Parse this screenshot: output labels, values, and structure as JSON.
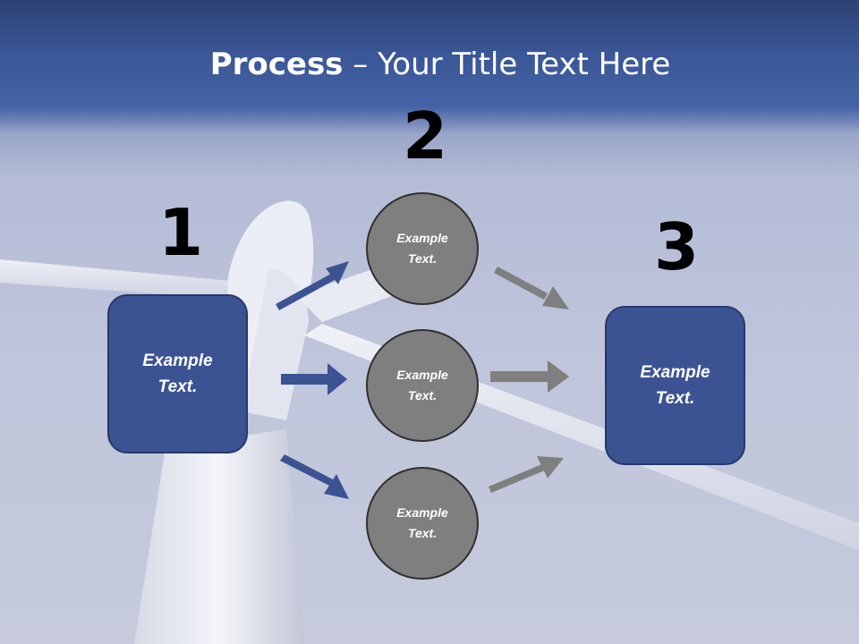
{
  "title": {
    "bold": "Process",
    "rest": " – Your Title Text Here"
  },
  "steps": {
    "one": "1",
    "two": "2",
    "three": "3"
  },
  "left_box": {
    "label": "Example Text."
  },
  "right_box": {
    "label": "Example Text."
  },
  "circles": [
    {
      "label": "Example Text."
    },
    {
      "label": "Example Text."
    },
    {
      "label": "Example Text."
    }
  ],
  "colors": {
    "box_fill": "#3c5393",
    "circle_fill": "#7f7f7f",
    "blue_arrow": "#3c5393",
    "gray_arrow": "#7f7f7f"
  }
}
